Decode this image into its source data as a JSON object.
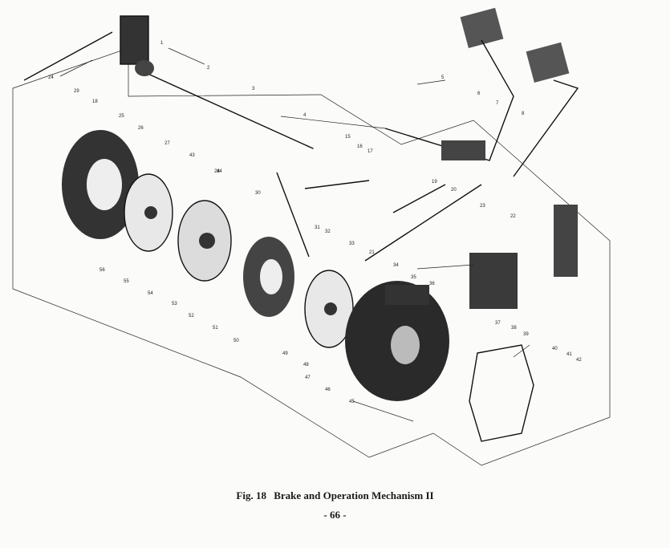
{
  "caption": {
    "figure_number": "Fig. 18",
    "title": "Brake and Operation Mechanism II"
  },
  "page_number": "- 66 -",
  "callouts": [
    "24",
    "29",
    "18",
    "1",
    "2",
    "3",
    "4",
    "5",
    "6",
    "7",
    "8",
    "25",
    "26",
    "27",
    "28",
    "15",
    "16",
    "17",
    "19",
    "20",
    "21",
    "22",
    "23",
    "30",
    "31",
    "32",
    "33",
    "34",
    "35",
    "36",
    "37",
    "38",
    "39",
    "40",
    "41",
    "42",
    "43",
    "44",
    "45",
    "46",
    "47",
    "48",
    "49",
    "50",
    "51",
    "52",
    "53",
    "54",
    "55",
    "56"
  ]
}
